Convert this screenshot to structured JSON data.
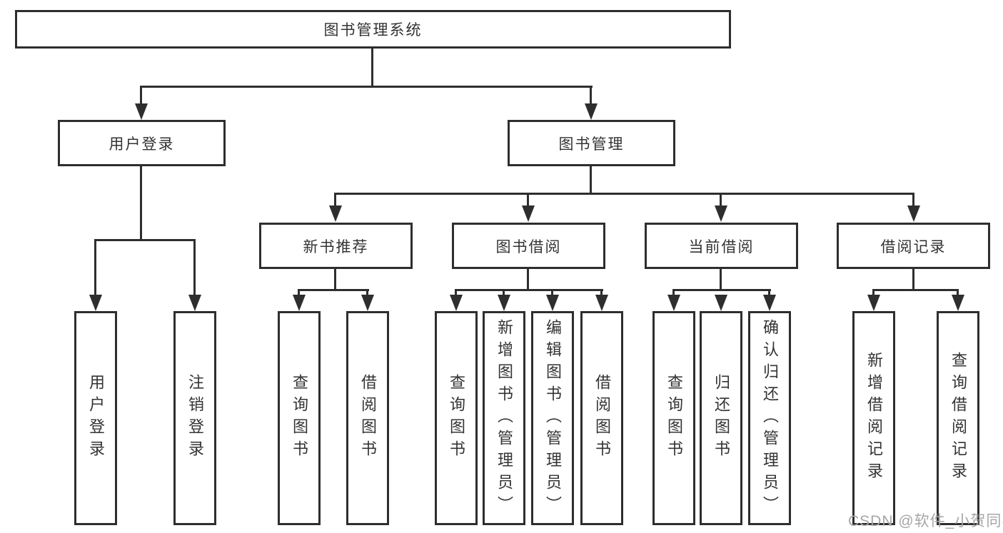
{
  "diagram": {
    "root": {
      "label": "图书管理系统"
    },
    "branches": [
      {
        "label": "用户登录",
        "children": [
          {
            "label": "用户登录"
          },
          {
            "label": "注销登录"
          }
        ]
      },
      {
        "label": "图书管理",
        "children": [
          {
            "label": "新书推荐",
            "children": [
              {
                "label": "查询图书"
              },
              {
                "label": "借阅图书"
              }
            ]
          },
          {
            "label": "图书借阅",
            "children": [
              {
                "label": "查询图书"
              },
              {
                "label": "新增图书（管理员）"
              },
              {
                "label": "编辑图书（管理员）"
              },
              {
                "label": "借阅图书"
              }
            ]
          },
          {
            "label": "当前借阅",
            "children": [
              {
                "label": "查询图书"
              },
              {
                "label": "归还图书"
              },
              {
                "label": "确认归还（管理员）"
              }
            ]
          },
          {
            "label": "借阅记录",
            "children": [
              {
                "label": "新增借阅记录"
              },
              {
                "label": "查询借阅记录"
              }
            ]
          }
        ]
      }
    ]
  },
  "watermark": {
    "text": "CSDN @软件_小贺同学"
  },
  "colors": {
    "line": "#2e2e2e",
    "text": "#333333",
    "background": "#ffffff",
    "watermark": "#a6a6a6"
  }
}
